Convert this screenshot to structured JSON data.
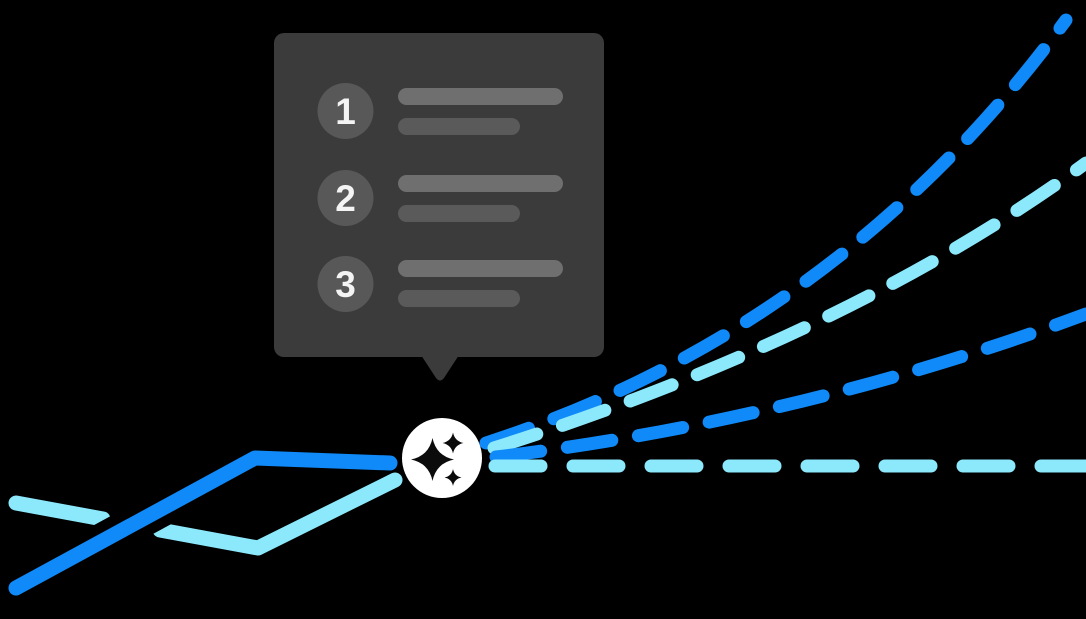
{
  "colors": {
    "background": "#000000",
    "blue": "#108af9",
    "light_blue": "#8ce9fc",
    "panel": "#3b3b3b",
    "badge_circle": "#585858",
    "bar_primary": "#6f6f6f",
    "bar_secondary": "#5a5a5a",
    "number_text": "#f4f4f4",
    "icon_bg": "#ffffff",
    "sparkle": "#0b0b0b"
  },
  "tooltip": {
    "items": [
      {
        "number": "1"
      },
      {
        "number": "2"
      },
      {
        "number": "3"
      }
    ]
  },
  "icons": {
    "badge": "sparkles-icon"
  }
}
